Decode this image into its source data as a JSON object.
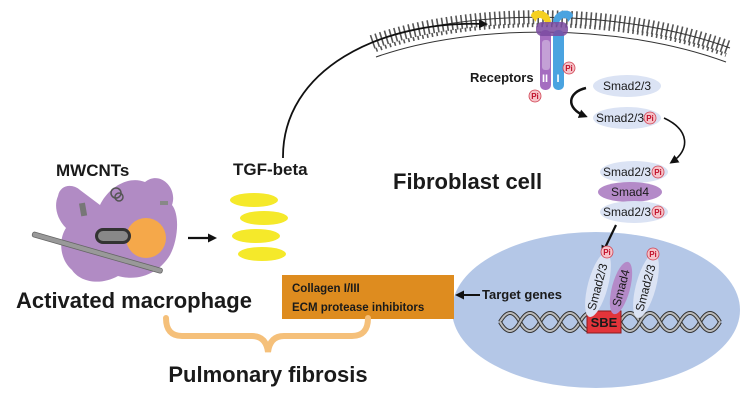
{
  "labels": {
    "mwcnts": "MWCNTs",
    "tgf_beta": "TGF-beta",
    "activated_macrophage": "Activated macrophage",
    "fibroblast_cell": "Fibroblast cell",
    "receptors": "Receptors",
    "receptor_ii": "II",
    "receptor_i": "I",
    "target_genes": "Target genes",
    "pulmonary_fibrosis": "Pulmonary fibrosis",
    "sbe": "SBE"
  },
  "smad": {
    "smad23": "Smad2/3",
    "smad4": "Smad4",
    "pi": "Pi"
  },
  "output_box": {
    "line1": "Collagen I/III",
    "line2": "ECM protease inhibitors"
  },
  "colors": {
    "macrophage": "#b18bc4",
    "nucleus_cell": "#f5a84a",
    "tgf": "#f5e92a",
    "nucleus_fibro": "#b4c7e7",
    "smad_ellipse": "#dbe3f4",
    "smad4_ellipse": "#b48ac8",
    "pi_fill": "#f6c3c9",
    "box_fill": "#de8c1f",
    "sbe_fill": "#e2343a",
    "brace": "#f5c07a"
  }
}
